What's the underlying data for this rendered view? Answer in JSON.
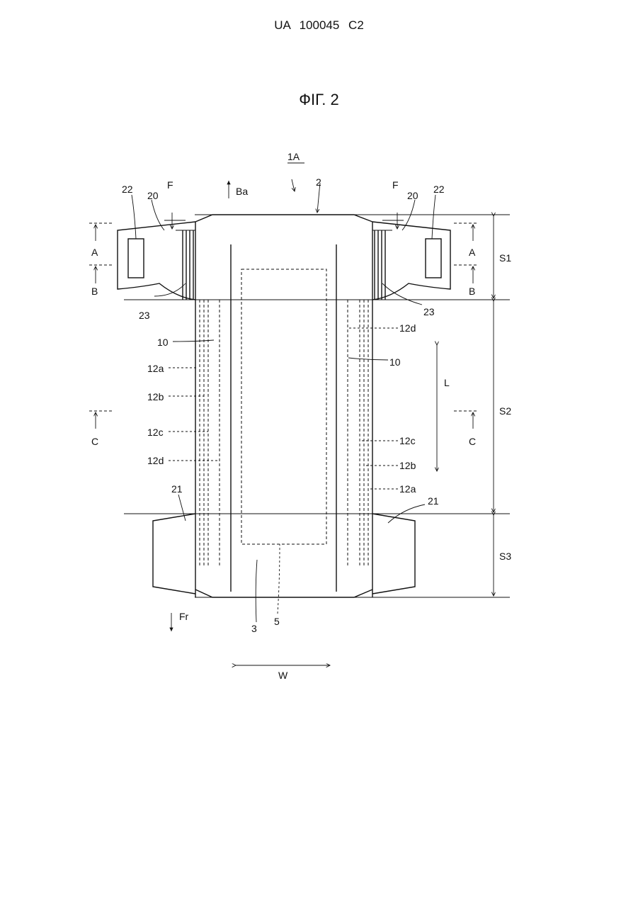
{
  "header": {
    "patent_number": "UA 100045 C2"
  },
  "figure": {
    "title": "ФІГ. 2",
    "labels": {
      "ref_1A": "1A",
      "ref_2": "2",
      "ref_3": "3",
      "ref_5": "5",
      "ref_10": "10",
      "ref_12a": "12a",
      "ref_12b": "12b",
      "ref_12c": "12c",
      "ref_12d": "12d",
      "ref_20": "20",
      "ref_21": "21",
      "ref_22": "22",
      "ref_23": "23",
      "F": "F",
      "A": "A",
      "B": "B",
      "C": "C",
      "L": "L",
      "W": "W",
      "Ba": "Ba",
      "Fr": "Fr",
      "S1": "S1",
      "S2": "S2",
      "S3": "S3"
    }
  }
}
